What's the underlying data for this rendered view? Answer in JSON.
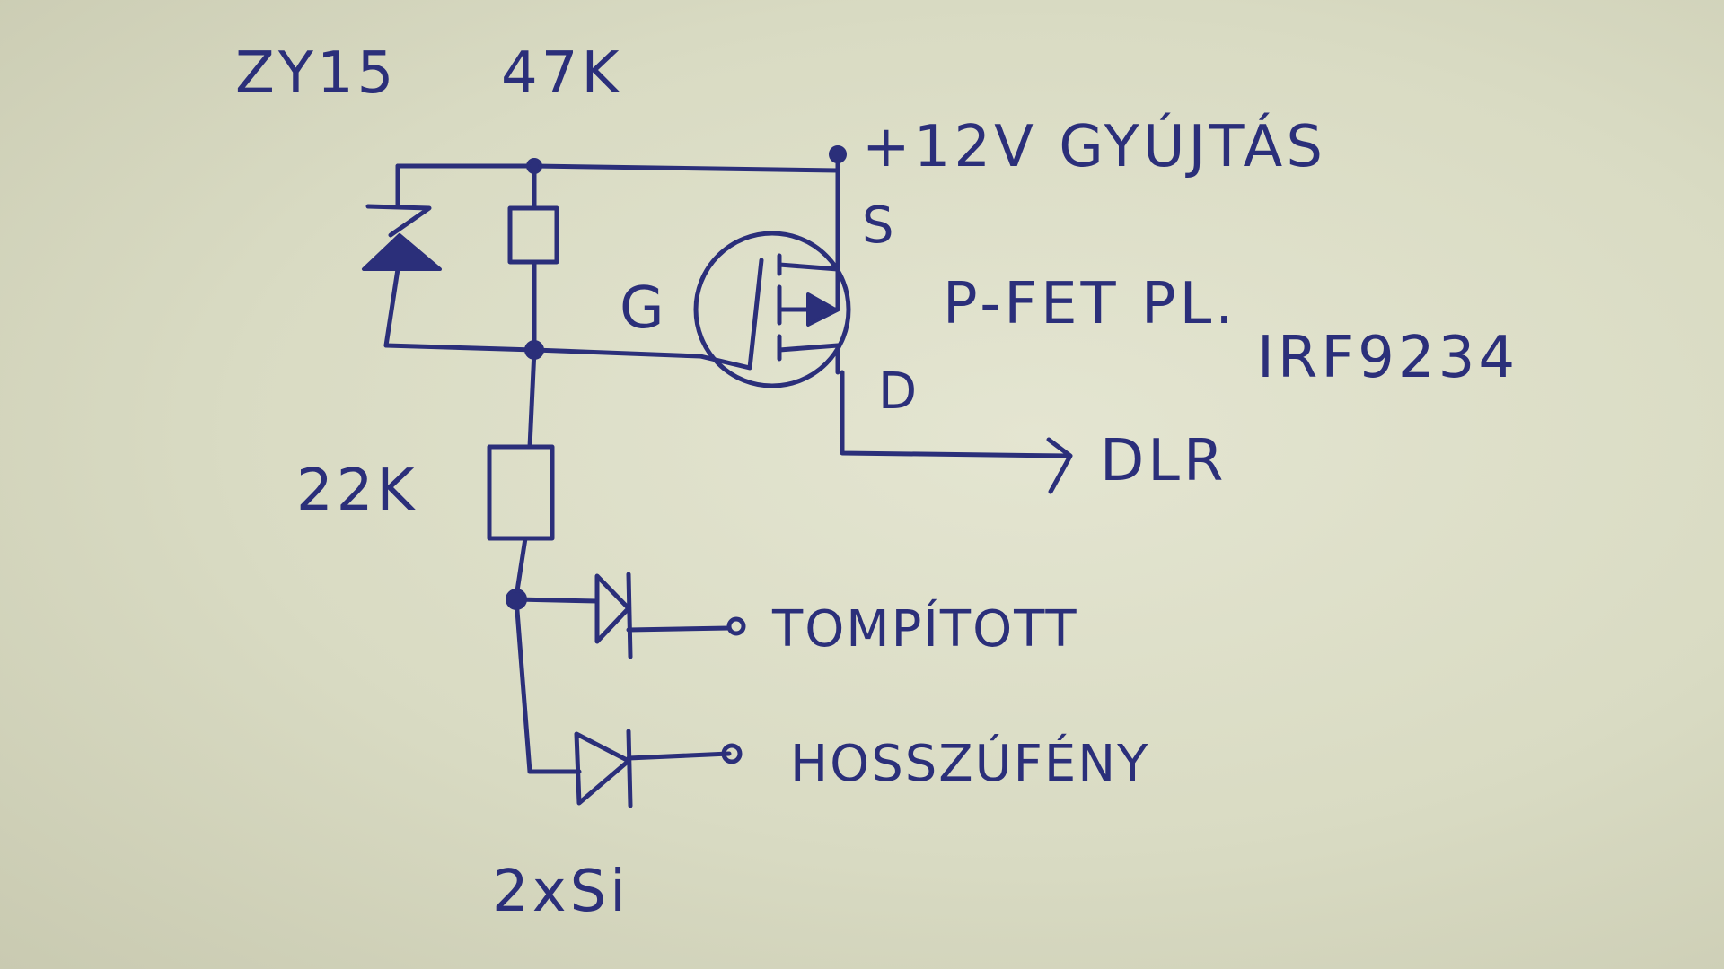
{
  "labels": {
    "zener": "ZY15",
    "r_top": "47K",
    "supply": "+12V GYÚJTÁS",
    "source": "S",
    "gate": "G",
    "drain": "D",
    "fet_type": "P-FET PL.",
    "fet_part": "IRF9234",
    "r_bottom": "22K",
    "output": "DLR",
    "input_1": "TOMPÍTOTT",
    "input_2": "HOSSZÚFÉNY",
    "diodes": "2xSi"
  },
  "colors": {
    "ink": "#2b2f7a",
    "paper": "#dcdcc6"
  }
}
